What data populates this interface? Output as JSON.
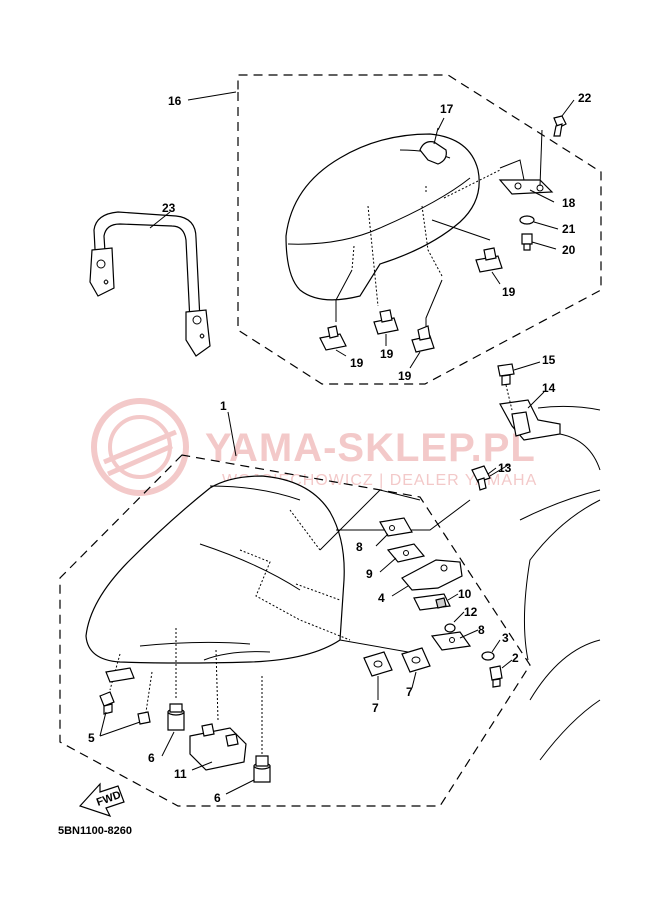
{
  "watermark": {
    "brand": "YAMA-SKLEP.PL",
    "tagline": "WOJCIECHOWICZ | DEALER YAMAHA"
  },
  "callouts": {
    "n1": "1",
    "n2": "2",
    "n3": "3",
    "n4": "4",
    "n5": "5",
    "n6a": "6",
    "n6b": "6",
    "n7a": "7",
    "n7b": "7",
    "n8a": "8",
    "n8b": "8",
    "n9": "9",
    "n10": "10",
    "n11": "11",
    "n12": "12",
    "n13": "13",
    "n14": "14",
    "n15": "15",
    "n16": "16",
    "n17": "17",
    "n18": "18",
    "n19a": "19",
    "n19b": "19",
    "n19c": "19",
    "n19d": "19",
    "n20": "20",
    "n21": "21",
    "n22": "22",
    "n23": "23"
  },
  "fwd_label": "FWD",
  "diagram_code": "5BN1100-8260",
  "colors": {
    "line": "#000000",
    "watermark": "#f3c9c9"
  }
}
